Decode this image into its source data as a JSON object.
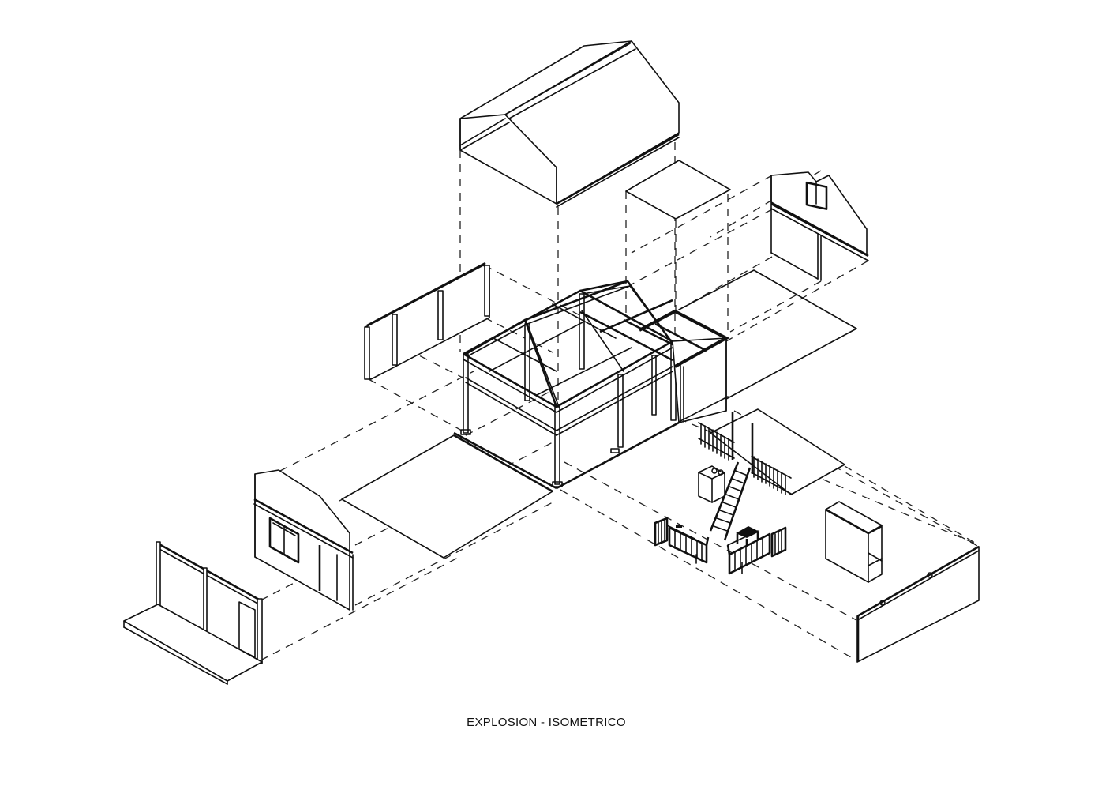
{
  "caption": "EXPLOSION - ISOMETRICO",
  "colors": {
    "line": "#111111",
    "background": "#ffffff"
  },
  "components": [
    {
      "id": "roof",
      "label": "gable-roof"
    },
    {
      "id": "skylight",
      "label": "roof-panel-square"
    },
    {
      "id": "rear-gable-wall",
      "label": "rear-gable-wall-with-window"
    },
    {
      "id": "side-fence-wall",
      "label": "left-side-wall-panels"
    },
    {
      "id": "steel-frame",
      "label": "steel-structure-frame"
    },
    {
      "id": "annex-box",
      "label": "annex-volume"
    },
    {
      "id": "front-gable-wall",
      "label": "front-gable-wall-with-window-and-door"
    },
    {
      "id": "front-wall-deck",
      "label": "front-wall-with-deck"
    },
    {
      "id": "floor-slab-left",
      "label": "floor-slab"
    },
    {
      "id": "mezzanine",
      "label": "mezzanine-with-railing-and-stair"
    },
    {
      "id": "furniture",
      "label": "sofas-table-kitchen-unit"
    },
    {
      "id": "cabinet",
      "label": "shelving-cabinet"
    },
    {
      "id": "right-wall",
      "label": "right-side-wall-panel"
    }
  ]
}
